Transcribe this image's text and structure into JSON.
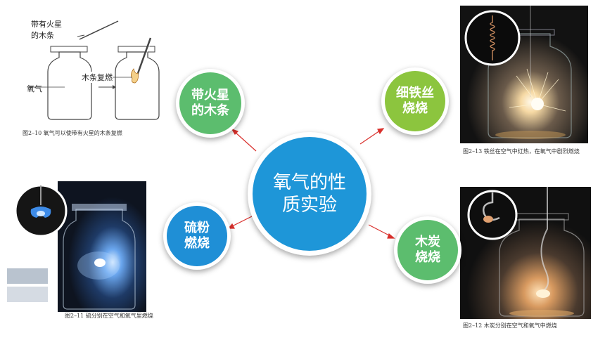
{
  "center": {
    "line1": "氧气的性",
    "line2": "质实验"
  },
  "topics": {
    "top_left": {
      "line1": "带火星",
      "line2": "的木条"
    },
    "top_right": {
      "line1": "细铁丝",
      "line2": "烧烧"
    },
    "bottom_left": {
      "line1": "硫粉",
      "line2": "燃烧"
    },
    "bottom_right": {
      "line1": "木炭",
      "line2": "烧烧"
    }
  },
  "figures": {
    "fig_2_10": {
      "label_splint_1": "带有火星",
      "label_splint_2": "的木条",
      "label_oxygen": "氧气",
      "label_reignite": "木条复燃",
      "caption": "图2–10  氧气可以使带有火星的木条复燃"
    },
    "fig_2_11": {
      "caption": "图2–11  硫分别在空气和氧气里燃烧"
    },
    "fig_2_12": {
      "caption": "图2–12  木炭分别在空气和氧气中燃烧"
    },
    "fig_2_13": {
      "caption": "图2–13  铁丝在空气中红热，在氧气中剧烈燃烧"
    }
  },
  "colors": {
    "center_blue": "#1e96d8",
    "green": "#5cbd6e",
    "lime": "#8cc53e",
    "blue": "#1f8fd6",
    "arrow_red": "#d9302c"
  }
}
